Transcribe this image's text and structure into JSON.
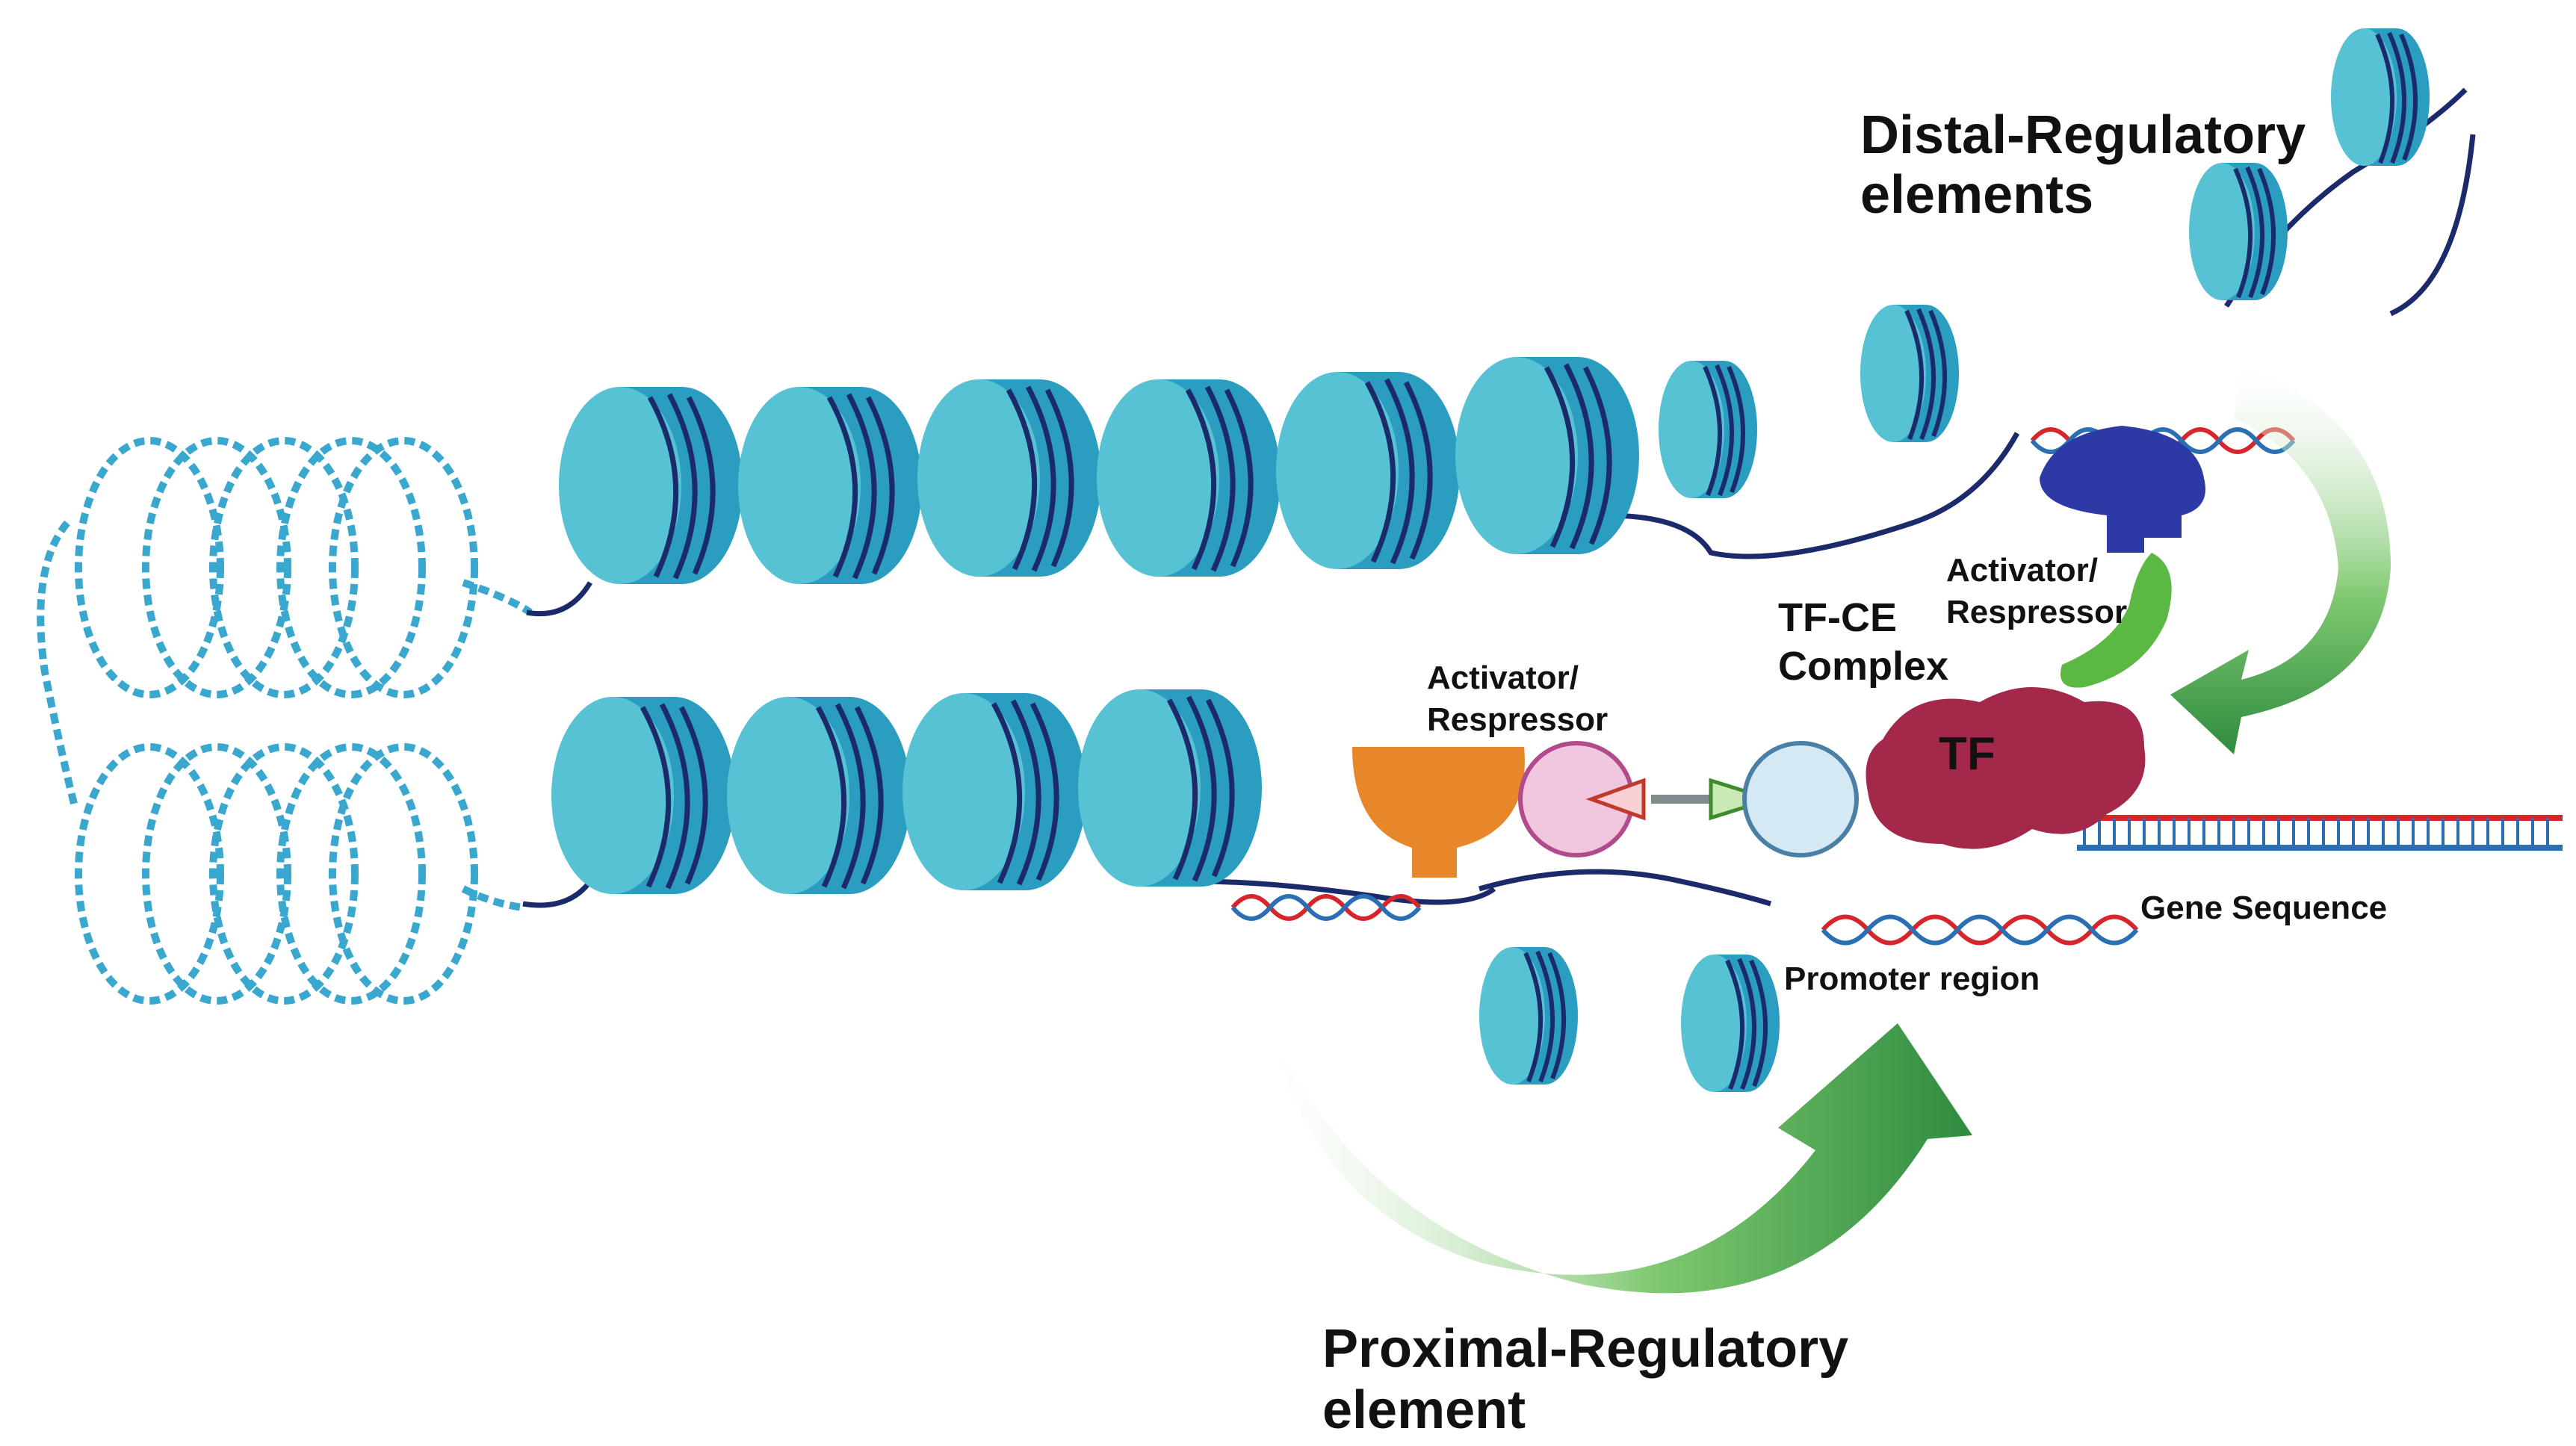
{
  "labels": {
    "distal_line1": "Distal-Regulatory",
    "distal_line2": "elements",
    "proximal_line1": "Proximal-Regulatory",
    "proximal_line2": "element",
    "activator_left_line1": "Activator/",
    "activator_left_line2": "Respressor",
    "activator_right_line1": "Activator/",
    "activator_right_line2": "Respressor",
    "tfce_line1": "TF-CE",
    "tfce_line2": "Complex",
    "tf": "TF",
    "gene_sequence": "Gene Sequence",
    "promoter_region": "Promoter region"
  },
  "colors": {
    "nucleosome_light": "#56c2d4",
    "nucleosome_dark": "#2a9dc0",
    "dna_wrap": "#1b2a6b",
    "chromatin_loop": "#3aa7cf",
    "dna_red": "#d7262b",
    "dna_blue": "#2a6fb3",
    "activator_left": "#e8872a",
    "activator_right": "#2d3aa6",
    "tf": "#a3284a",
    "green_connector": "#5bb842",
    "arrow_green": "#2e8b3f",
    "ce_circle": "#f1c6df",
    "ce_circle2": "#d4e9f4"
  }
}
